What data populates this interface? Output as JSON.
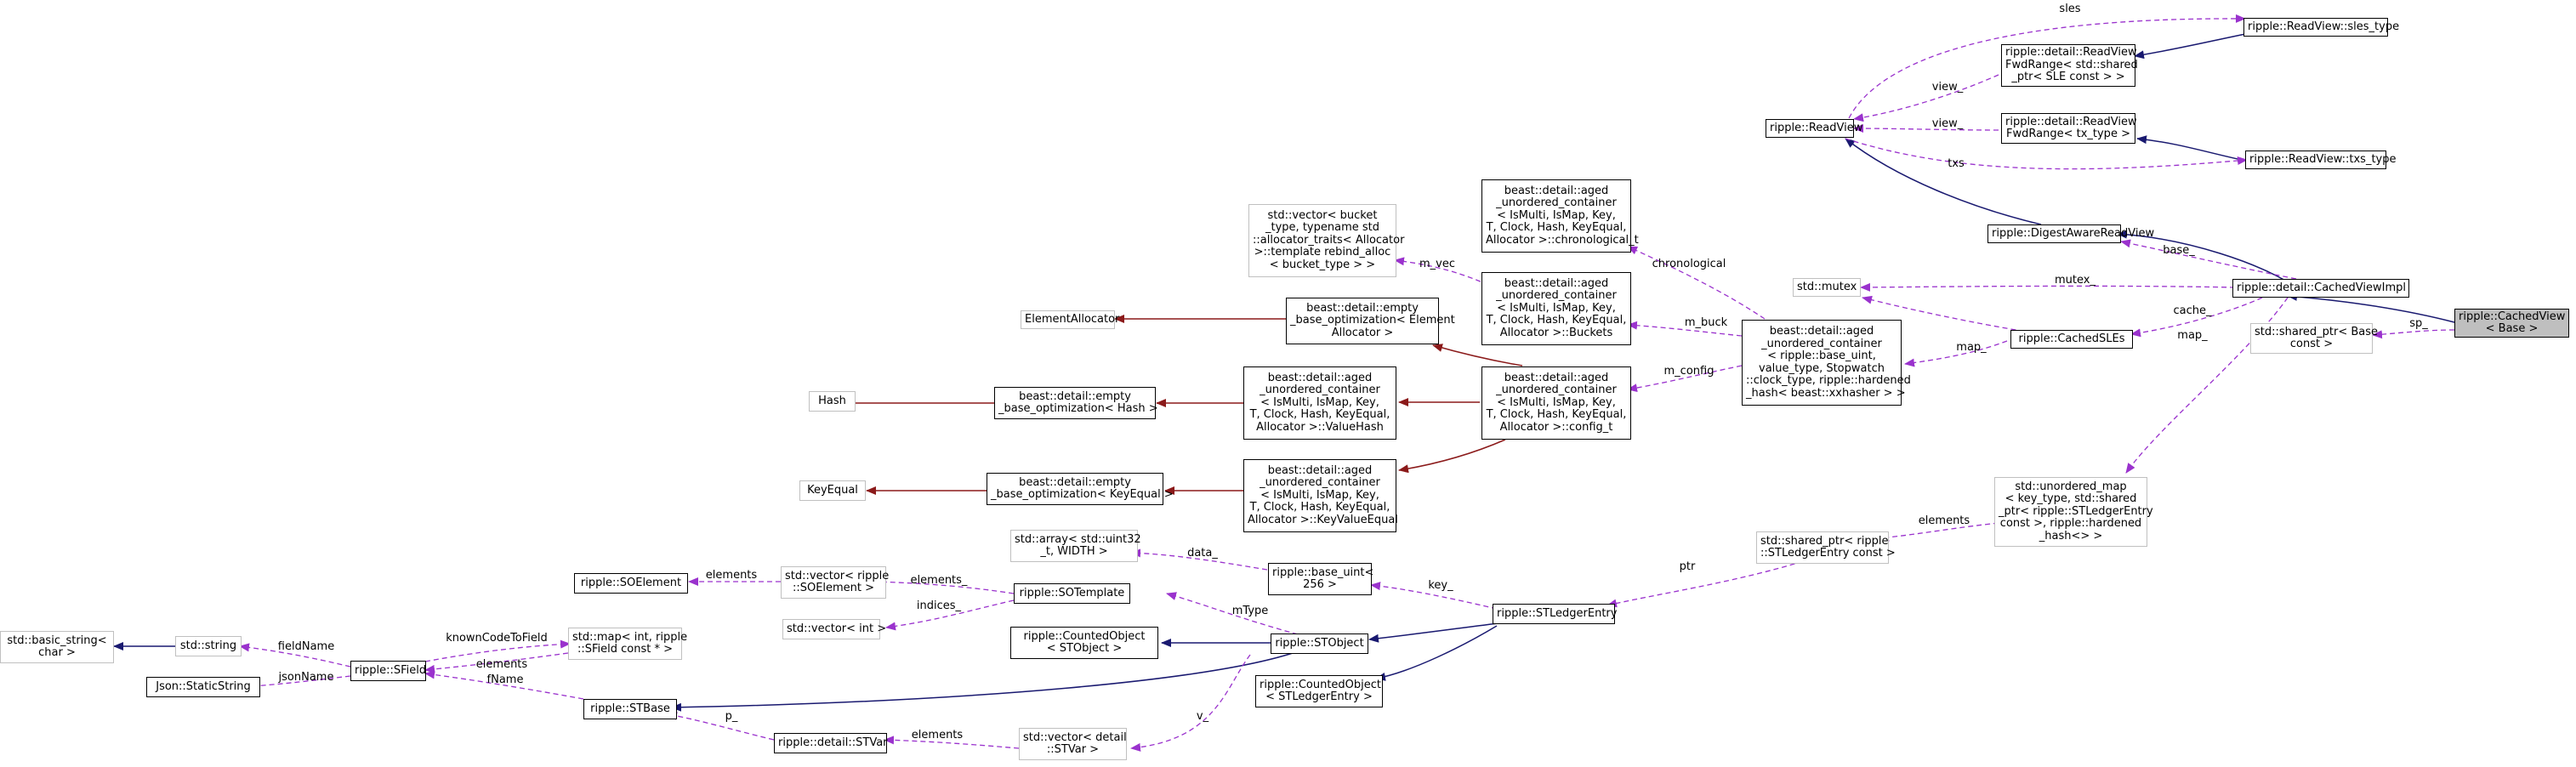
{
  "colors": {
    "inherit": "#191970",
    "use": "#9a32cd",
    "template": "#8b1a1a",
    "external_border": "#c0c0c0",
    "focus_fill": "#bfbfbf"
  },
  "nodes": {
    "cached_view": {
      "lines": [
        "ripple::CachedView",
        "< Base >"
      ]
    },
    "shared_ptr_base": {
      "lines": [
        "std::shared_ptr< Base",
        "const >"
      ]
    },
    "cached_view_impl": {
      "lines": [
        "ripple::detail::CachedViewImpl"
      ]
    },
    "digest_aware_read_view": {
      "lines": [
        "ripple::DigestAwareReadView"
      ]
    },
    "read_view": {
      "lines": [
        "ripple::ReadView"
      ]
    },
    "sles_type": {
      "lines": [
        "ripple::ReadView::sles_type"
      ]
    },
    "fwdrange_sle": {
      "lines": [
        "ripple::detail::ReadView",
        "FwdRange< std::shared",
        "_ptr< SLE const > >"
      ]
    },
    "fwdrange_tx": {
      "lines": [
        "ripple::detail::ReadView",
        "FwdRange< tx_type >"
      ]
    },
    "txs_type": {
      "lines": [
        "ripple::ReadView::txs_type"
      ]
    },
    "std_mutex": {
      "lines": [
        "std::mutex"
      ]
    },
    "cached_sles": {
      "lines": [
        "ripple::CachedSLEs"
      ]
    },
    "aged_container": {
      "lines": [
        "beast::detail::aged",
        "_unordered_container",
        "< ripple::base_uint,",
        "value_type, Stopwatch",
        "::clock_type, ripple::hardened",
        "_hash< beast::xxhasher > >"
      ]
    },
    "chronological_t": {
      "lines": [
        "beast::detail::aged",
        "_unordered_container",
        "< IsMulti, IsMap, Key,",
        "T, Clock, Hash, KeyEqual,",
        "Allocator >::chronological_t"
      ]
    },
    "buckets": {
      "lines": [
        "beast::detail::aged",
        "_unordered_container",
        "< IsMulti, IsMap, Key,",
        "T, Clock, Hash, KeyEqual,",
        "Allocator >::Buckets"
      ]
    },
    "config_t": {
      "lines": [
        "beast::detail::aged",
        "_unordered_container",
        "< IsMulti, IsMap, Key,",
        "T, Clock, Hash, KeyEqual,",
        "Allocator >::config_t"
      ]
    },
    "vector_bucket": {
      "lines": [
        "std::vector< bucket",
        "_type, typename std",
        "::allocator_traits< Allocator",
        ">::template rebind_alloc",
        "< bucket_type > >"
      ]
    },
    "element_allocator": {
      "lines": [
        "ElementAllocator"
      ]
    },
    "ebo_element_allocator": {
      "lines": [
        "beast::detail::empty",
        "_base_optimization< Element",
        "Allocator >"
      ]
    },
    "hash": {
      "lines": [
        "Hash"
      ]
    },
    "ebo_hash": {
      "lines": [
        "beast::detail::empty",
        "_base_optimization< Hash >"
      ]
    },
    "value_hash": {
      "lines": [
        "beast::detail::aged",
        "_unordered_container",
        "< IsMulti, IsMap, Key,",
        "T, Clock, Hash, KeyEqual,",
        "Allocator >::ValueHash"
      ]
    },
    "key_equal": {
      "lines": [
        "KeyEqual"
      ]
    },
    "ebo_key_equal": {
      "lines": [
        "beast::detail::empty",
        "_base_optimization< KeyEqual >"
      ]
    },
    "key_value_equal": {
      "lines": [
        "beast::detail::aged",
        "_unordered_container",
        "< IsMulti, IsMap, Key,",
        "T, Clock, Hash, KeyEqual,",
        "Allocator >::KeyValueEqual"
      ]
    },
    "unordered_map": {
      "lines": [
        "std::unordered_map",
        "< key_type, std::shared",
        "_ptr< ripple::STLedgerEntry",
        "const >, ripple::hardened",
        "_hash<> >"
      ]
    },
    "shared_ptr_stle": {
      "lines": [
        "std::shared_ptr< ripple",
        "::STLedgerEntry const >"
      ]
    },
    "stledger_entry": {
      "lines": [
        "ripple::STLedgerEntry"
      ]
    },
    "counted_stledger": {
      "lines": [
        "ripple::CountedObject",
        "< STLedgerEntry >"
      ]
    },
    "base_uint": {
      "lines": [
        "ripple::base_uint<",
        "256 >"
      ]
    },
    "array_uint32": {
      "lines": [
        "std::array< std::uint32",
        "_t, WIDTH >"
      ]
    },
    "stobject": {
      "lines": [
        "ripple::STObject"
      ]
    },
    "counted_stobject": {
      "lines": [
        "ripple::CountedObject",
        "< STObject >"
      ]
    },
    "sotemplate": {
      "lines": [
        "ripple::SOTemplate"
      ]
    },
    "vector_soelement": {
      "lines": [
        "std::vector< ripple",
        "::SOElement >"
      ]
    },
    "soelement": {
      "lines": [
        "ripple::SOElement"
      ]
    },
    "vector_int": {
      "lines": [
        "std::vector< int >"
      ]
    },
    "stbase": {
      "lines": [
        "ripple::STBase"
      ]
    },
    "sfield": {
      "lines": [
        "ripple::SField"
      ]
    },
    "std_string": {
      "lines": [
        "std::string"
      ]
    },
    "basic_string": {
      "lines": [
        "std::basic_string<",
        "char >"
      ]
    },
    "static_string": {
      "lines": [
        "Json::StaticString"
      ]
    },
    "map_int_sfield": {
      "lines": [
        "std::map< int, ripple",
        "::SField const * >"
      ]
    },
    "stvar": {
      "lines": [
        "ripple::detail::STVar"
      ]
    },
    "vector_stvar": {
      "lines": [
        "std::vector< detail",
        "::STVar >"
      ]
    }
  },
  "edge_labels": {
    "sp": "sp_",
    "base": "base_",
    "mutex": "mutex_",
    "cache": "cache_",
    "map_impl": "map_",
    "map_sles": "map_",
    "sles": "sles",
    "view1": "view_",
    "view2": "view_",
    "txs": "txs",
    "chronological": "chronological",
    "m_buck": "m_buck",
    "m_config": "m_config",
    "m_vec": "m_vec",
    "elements_map": "elements",
    "ptr": "ptr",
    "key": "key_",
    "data": "data_",
    "mtype": "mType",
    "elements_sotemplate": "elements_",
    "elements_soelement": "elements",
    "indices": "indices_",
    "v": "v_",
    "elements_stvar": "elements",
    "fname": "fName",
    "p": "p_",
    "field_name": "fieldName",
    "json_name": "jsonName",
    "known_code_to_field": "knownCodeToField",
    "elements_sfield": "elements"
  }
}
